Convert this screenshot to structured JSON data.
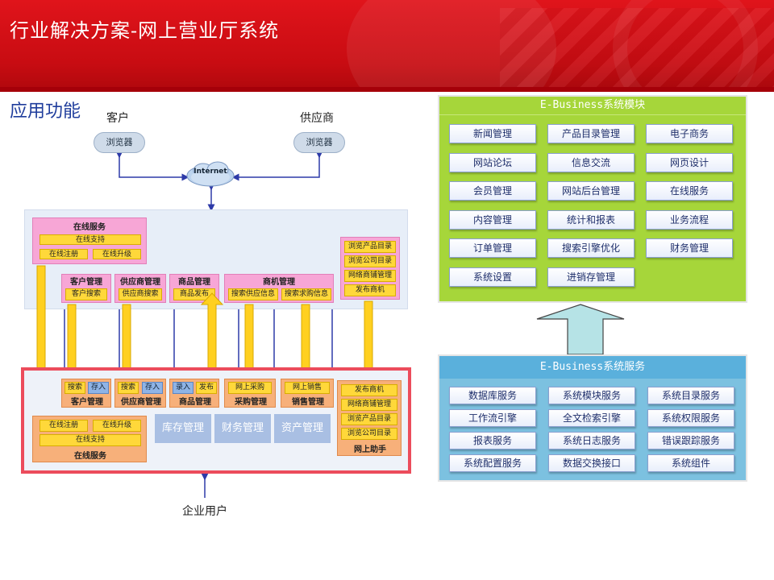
{
  "header": {
    "title": "行业解决方案-网上营业厅系统"
  },
  "subtitle": "应用功能",
  "diagram": {
    "customer_label": "客户",
    "supplier_label": "供应商",
    "browser_label": "浏览器",
    "internet_label": "Internet",
    "enterprise_label": "企业用户",
    "top": {
      "online_service": {
        "title": "在线服务",
        "support": "在线支持",
        "register": "在线注册",
        "upgrade": "在线升级"
      },
      "customer_mgmt": {
        "title": "客户管理",
        "item": "客户搜索"
      },
      "supplier_mgmt": {
        "title": "供应商管理",
        "item": "供应商搜索"
      },
      "product_mgmt": {
        "title": "商品管理",
        "item": "商品发布"
      },
      "opportunity_mgmt": {
        "title": "商机管理",
        "item1": "搜索供应信息",
        "item2": "搜索求购信息"
      },
      "right_list": [
        "浏览产品目录",
        "浏览公司目录",
        "网络商铺管理",
        "发布商机"
      ]
    },
    "bottom": {
      "cust": {
        "search": "搜索",
        "store": "存入",
        "title": "客户管理"
      },
      "supp": {
        "search": "搜索",
        "store": "存入",
        "title": "供应商管理"
      },
      "prod": {
        "entry": "录入",
        "publish": "发布",
        "title": "商品管理"
      },
      "purchase": {
        "item": "网上采购",
        "title": "采购管理"
      },
      "sales": {
        "item": "网上销售",
        "title": "销售管理"
      },
      "inventory": "库存管理",
      "finance": "财务管理",
      "assets": "资产管理",
      "online": {
        "register": "在线注册",
        "upgrade": "在线升级",
        "support": "在线支持",
        "title": "在线服务"
      },
      "helper": {
        "items": [
          "发布商机",
          "网络商铺管理",
          "浏览产品目录",
          "浏览公司目录"
        ],
        "title": "网上助手"
      }
    }
  },
  "modules_panel": {
    "title": "E-Business系统模块",
    "items": [
      "新闻管理",
      "产品目录管理",
      "电子商务",
      "网站论坛",
      "信息交流",
      "网页设计",
      "会员管理",
      "网站后台管理",
      "在线服务",
      "内容管理",
      "统计和报表",
      "业务流程",
      "订单管理",
      "搜索引擎优化",
      "财务管理",
      "系统设置",
      "进销存管理"
    ],
    "bg_color": "#a6d63a"
  },
  "services_panel": {
    "title": "E-Business系统服务",
    "items": [
      "数据库服务",
      "系统模块服务",
      "系统目录服务",
      "工作流引擎",
      "全文检索引擎",
      "系统权限服务",
      "报表服务",
      "系统日志服务",
      "错误跟踪服务",
      "系统配置服务",
      "数据交换接口",
      "系统组件"
    ],
    "bg_color": "#7cc1e0"
  }
}
